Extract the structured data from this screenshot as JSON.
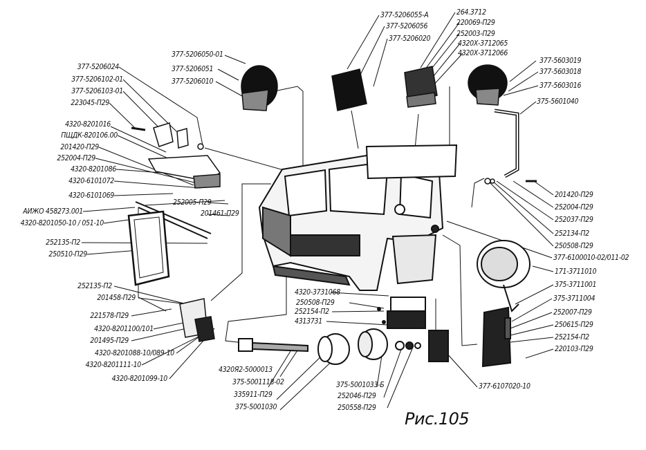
{
  "caption": "Рис.105",
  "labels": [
    "377-5206024",
    "377-5206102-01",
    "377-5206103-01",
    "223045-П29",
    "4320-8201016",
    "ПЩДК-820106.00",
    "201420-П29",
    "252004-П29",
    "4320-8201086",
    "4320-6101072",
    "4320-6101069",
    "АИЖО 458273.001",
    "4320-8201050-10 / 051-10",
    "252005-П29",
    "201461-П29",
    "252135-П2",
    "250510-П29",
    "252135-П2",
    "201458-П29",
    "221578-П29",
    "4320-8201100/101",
    "201495-П29",
    "4320-8201088-10/089-10",
    "4320-8201111-10",
    "4320-8201099-10",
    "377-5206050-01",
    "377-5206051",
    "377-5206010",
    "377-5206055-А",
    "377-5206056",
    "377-5206020",
    "264.3712",
    "220069-П29",
    "252003-П29",
    "4320Х-3712065",
    "4320Х-3712066",
    "377-5603019",
    "377-5603018",
    "377-5603016",
    "375-5601040",
    "201420-П29",
    "252004-П29",
    "252037-П29",
    "252134-П2",
    "250508-П29",
    "377-6100010-02/011-02",
    "171-3711010",
    "375-3711001",
    "375-3711004",
    "252007-П29",
    "250615-П29",
    "252154-П2",
    "220103-П29",
    "4320-3731068",
    "250508-П29",
    "252154-П2",
    "4313731",
    "4320Я2-5000013",
    "375-5001118-02",
    "335911-П29",
    "375-5001030",
    "375-5001033-Б",
    "252046-П29",
    "250558-П29",
    "377-6107020-10"
  ]
}
